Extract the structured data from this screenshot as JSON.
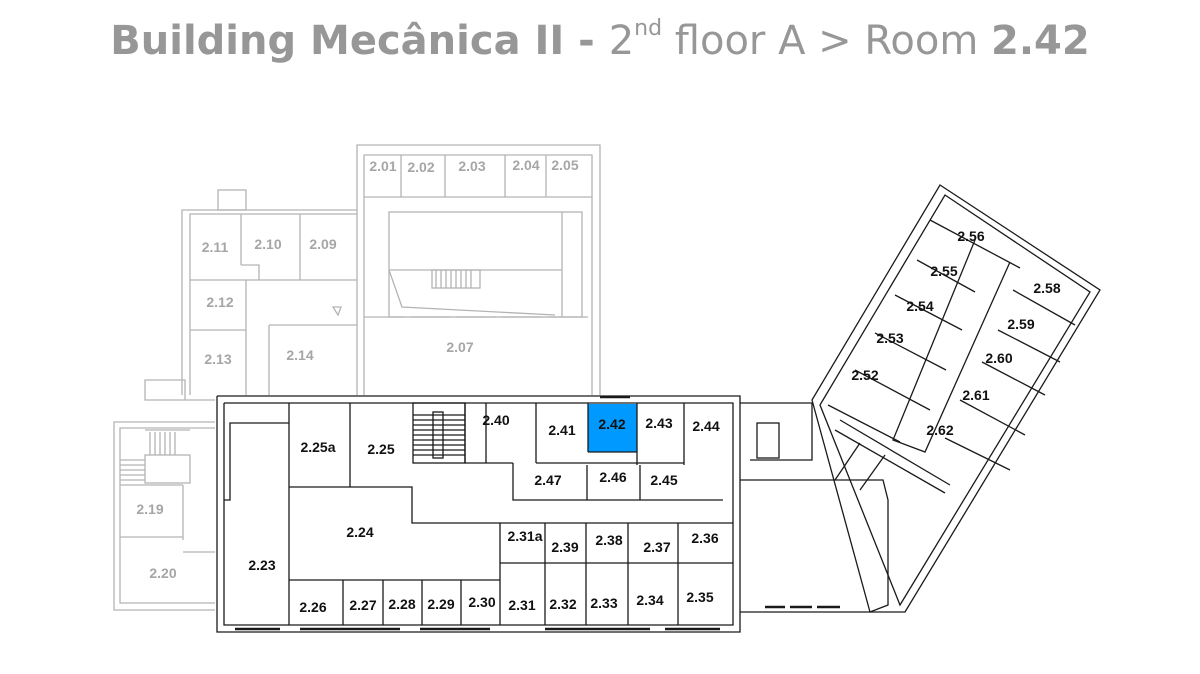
{
  "header": {
    "building_prefix": "Building Mecânica II - ",
    "floor_number": "2",
    "floor_suffix": "nd",
    "floor_rest": " floor A > Room ",
    "room": "2.42"
  },
  "highlight_color": "#0099ff",
  "selected_room": "2.42",
  "rooms_background": [
    "2.01",
    "2.02",
    "2.03",
    "2.04",
    "2.05",
    "2.07",
    "2.09",
    "2.10",
    "2.11",
    "2.12",
    "2.13",
    "2.14",
    "2.19",
    "2.20"
  ],
  "labels": {
    "r201": "2.01",
    "r202": "2.02",
    "r203": "2.03",
    "r204": "2.04",
    "r205": "2.05",
    "r207": "2.07",
    "r209": "2.09",
    "r210": "2.10",
    "r211": "2.11",
    "r212": "2.12",
    "r213": "2.13",
    "r214": "2.14",
    "r219": "2.19",
    "r220": "2.20",
    "r223": "2.23",
    "r224": "2.24",
    "r225": "2.25",
    "r225a": "2.25a",
    "r226": "2.26",
    "r227": "2.27",
    "r228": "2.28",
    "r229": "2.29",
    "r230": "2.30",
    "r231": "2.31",
    "r231a": "2.31a",
    "r232": "2.32",
    "r233": "2.33",
    "r234": "2.34",
    "r235": "2.35",
    "r236": "2.36",
    "r237": "2.37",
    "r238": "2.38",
    "r239": "2.39",
    "r240": "2.40",
    "r241": "2.41",
    "r242": "2.42",
    "r243": "2.43",
    "r244": "2.44",
    "r245": "2.45",
    "r246": "2.46",
    "r247": "2.47",
    "r252": "2.52",
    "r253": "2.53",
    "r254": "2.54",
    "r255": "2.55",
    "r256": "2.56",
    "r258": "2.58",
    "r259": "2.59",
    "r260": "2.60",
    "r261": "2.61",
    "r262": "2.62"
  }
}
